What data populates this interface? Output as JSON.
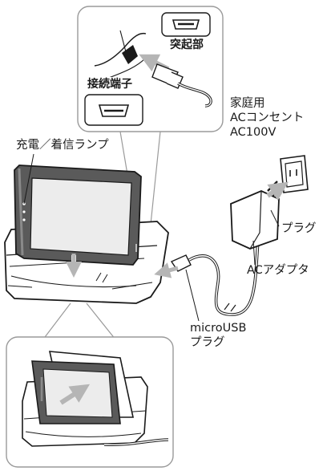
{
  "labels": {
    "protrusion": "突起部",
    "connector": "接続端子",
    "charge_lamp": "充電／着信ランプ",
    "outlet_line1": "家庭用",
    "outlet_line2": "ACコンセント",
    "outlet_line3": "AC100V",
    "plug": "プラグ",
    "ac_adapter": "ACアダプタ",
    "microusb_line1": "microUSB",
    "microusb_line2": "プラグ"
  },
  "colors": {
    "stroke": "#1a1a1a",
    "frame": "#9a9a9a",
    "arrow": "#b5b5b5",
    "screen": "#ececec",
    "device": "#5a5a5a"
  }
}
